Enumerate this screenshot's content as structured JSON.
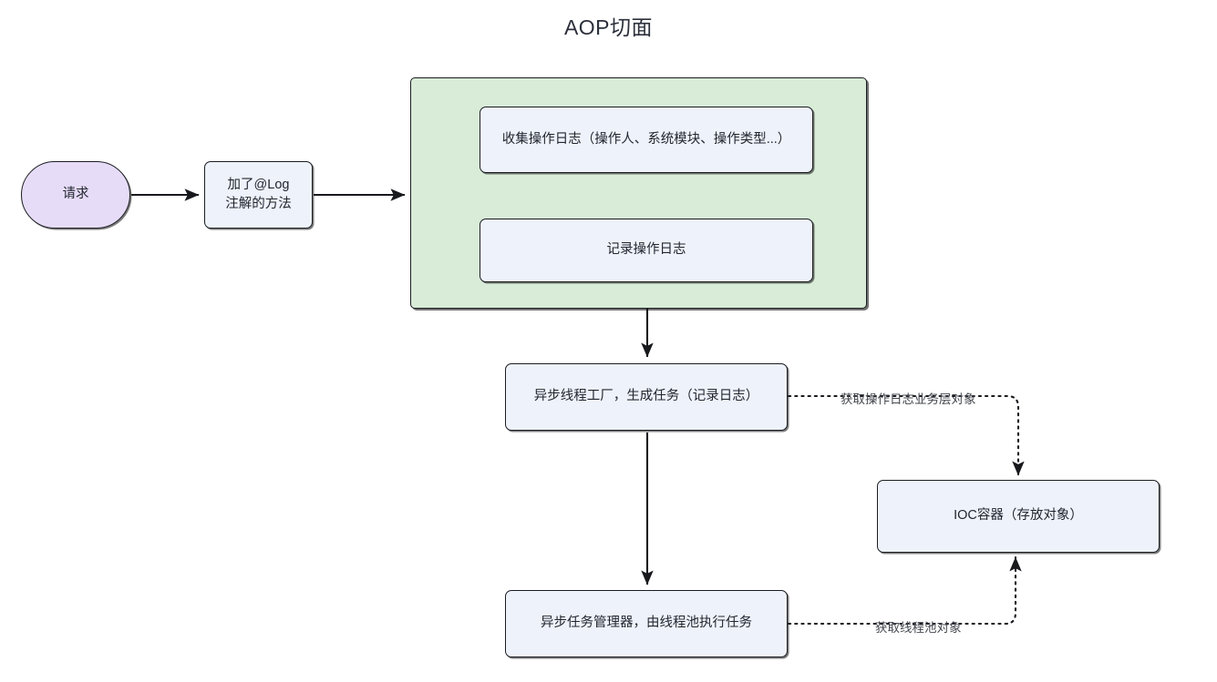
{
  "diagram": {
    "title": "AOP切面",
    "type": "flowchart",
    "colors": {
      "node_fill": "#eef2fb",
      "start_fill": "#e7dcf8",
      "cluster_fill": "#d8ecd8",
      "stroke": "#1b1d21",
      "text": "#21262f",
      "edge_label_text": "#44484f"
    },
    "cluster": {
      "name": "aop-aspect-group",
      "label": ""
    },
    "nodes": [
      {
        "id": "request",
        "label": "请求",
        "shape": "stadium"
      },
      {
        "id": "log-method",
        "label": "加了@Log\n注解的方法",
        "shape": "rect"
      },
      {
        "id": "collect-log",
        "label": "收集操作日志（操作人、系统模块、操作类型...）",
        "shape": "rect"
      },
      {
        "id": "record-log",
        "label": "记录操作日志",
        "shape": "rect"
      },
      {
        "id": "thread-factory",
        "label": "异步线程工厂，生成任务（记录日志）",
        "shape": "rect"
      },
      {
        "id": "task-manager",
        "label": "异步任务管理器，由线程池执行任务",
        "shape": "rect"
      },
      {
        "id": "ioc-container",
        "label": "IOC容器（存放对象）",
        "shape": "rect"
      }
    ],
    "edges": [
      {
        "from": "request",
        "to": "log-method",
        "style": "solid",
        "label": ""
      },
      {
        "from": "log-method",
        "to": "aop-aspect",
        "style": "solid",
        "label": ""
      },
      {
        "from": "record-log",
        "to": "thread-factory",
        "style": "solid",
        "label": ""
      },
      {
        "from": "thread-factory",
        "to": "task-manager",
        "style": "solid",
        "label": ""
      },
      {
        "from": "thread-factory",
        "to": "ioc-container",
        "style": "dotted",
        "label": "获取操作日志业务层对象"
      },
      {
        "from": "task-manager",
        "to": "ioc-container",
        "style": "dotted",
        "label": "获取线程池对象"
      }
    ]
  }
}
